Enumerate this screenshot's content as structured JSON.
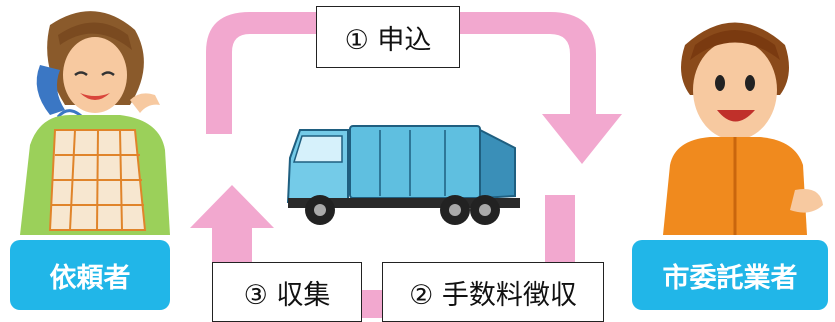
{
  "steps": {
    "apply": "① 申込",
    "fee": "② 手数料徴収",
    "collect": "③ 収集"
  },
  "roles": {
    "requester": "依頼者",
    "contractor": "市委託業者"
  },
  "colors": {
    "arrow": "#f2a8cf",
    "badge": "#21b6e8",
    "truck_body": "#5fbfe0",
    "truck_cab": "#74cbe8"
  },
  "icons": [
    "woman-on-phone-icon",
    "garbage-truck-icon",
    "worker-man-icon"
  ]
}
